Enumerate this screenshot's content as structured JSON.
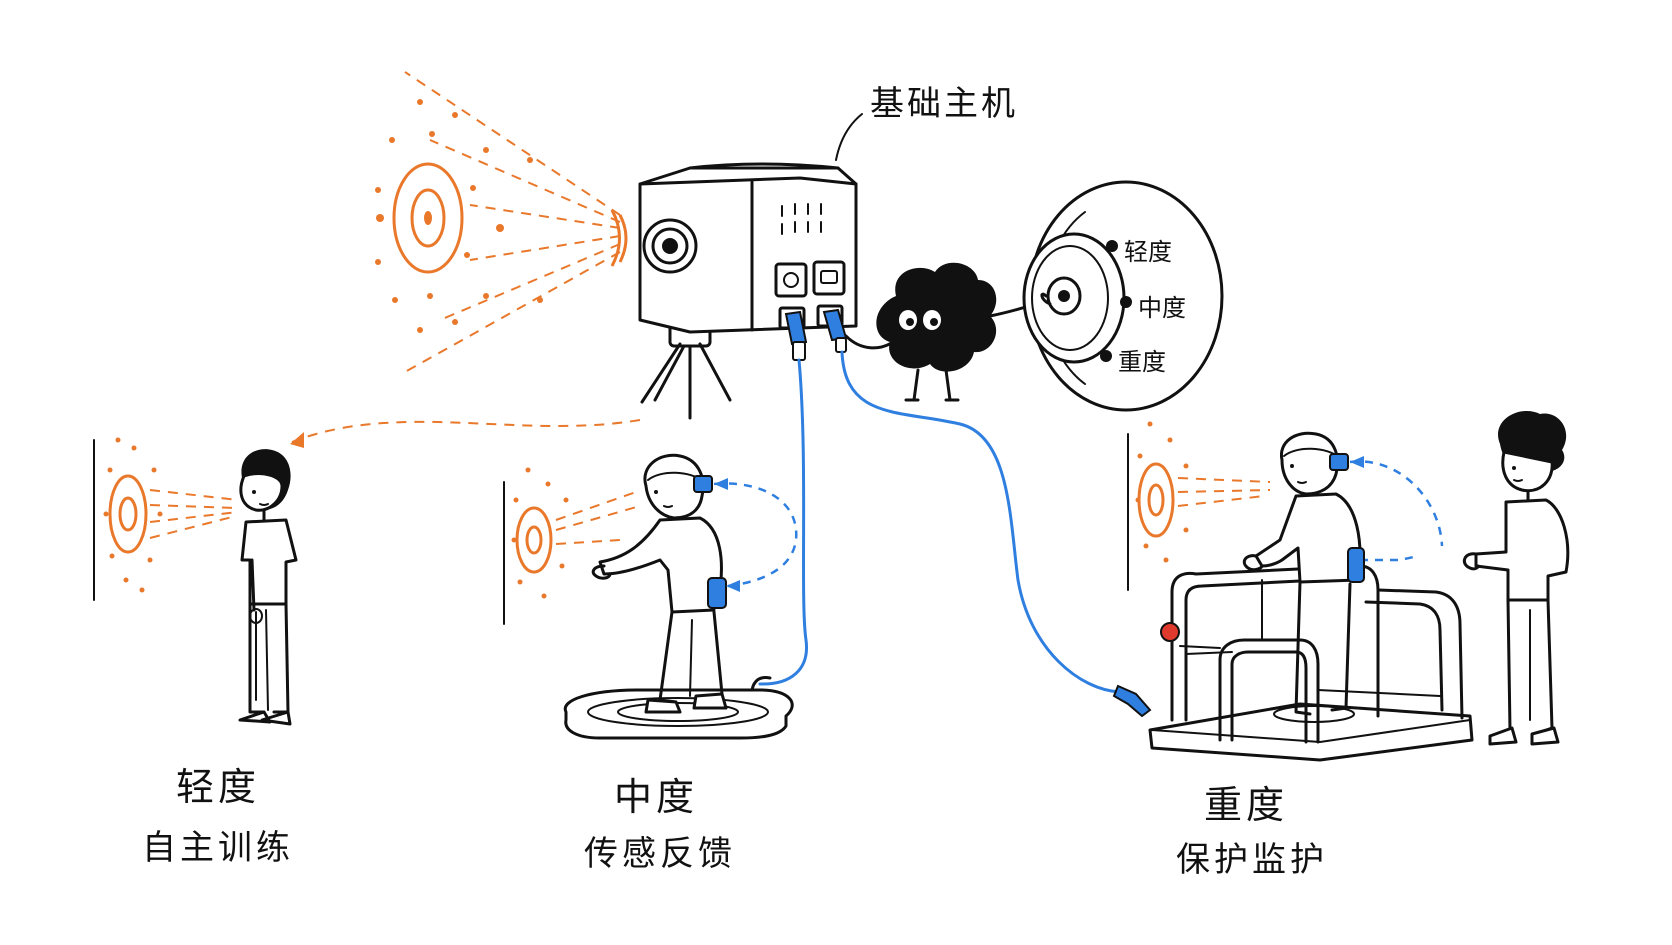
{
  "host": {
    "label": "基础主机"
  },
  "dial": {
    "options": [
      "轻度",
      "中度",
      "重度"
    ]
  },
  "modes": [
    {
      "level": "轻度",
      "description": "自主训练"
    },
    {
      "level": "中度",
      "description": "传感反馈"
    },
    {
      "level": "重度",
      "description": "保护监护"
    }
  ],
  "colors": {
    "projection": "#e9782b",
    "sensor_cable": "#2f7fe0",
    "line": "#111111",
    "alert_button": "#e03a2f",
    "background": "#ffffff"
  }
}
